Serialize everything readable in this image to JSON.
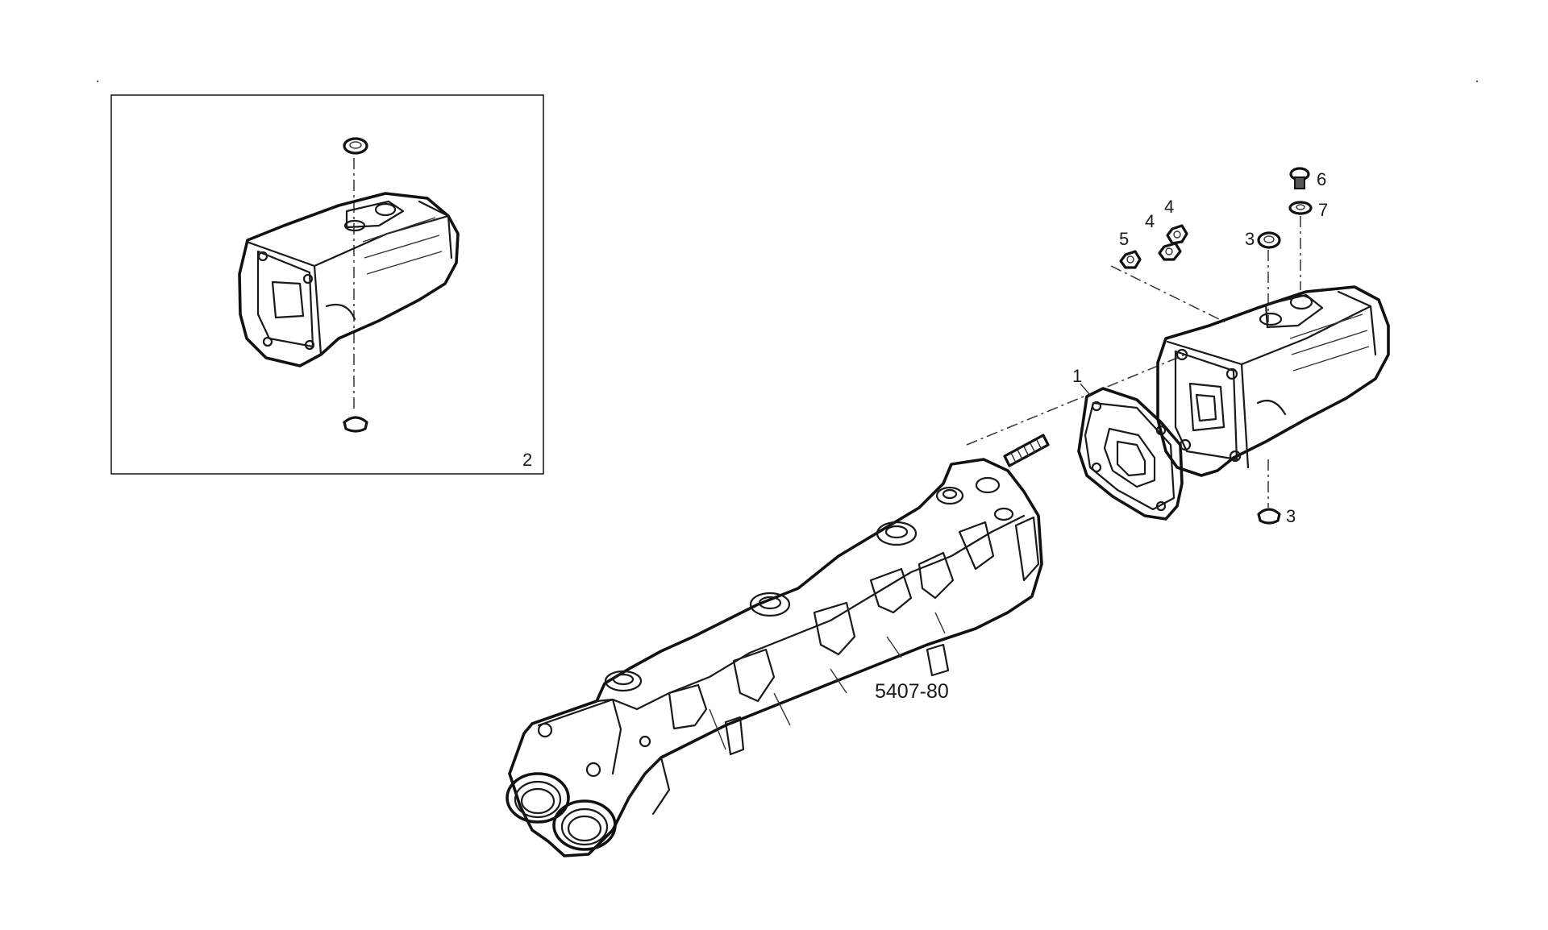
{
  "diagram": {
    "drawing_code": "5407-80",
    "inset_label": "2",
    "callouts": {
      "gasket": "1",
      "plug_top": "3",
      "plug_bottom": "3",
      "nut_a": "4",
      "nut_b": "4",
      "nut_c": "5",
      "screw": "6",
      "washer": "7"
    }
  }
}
